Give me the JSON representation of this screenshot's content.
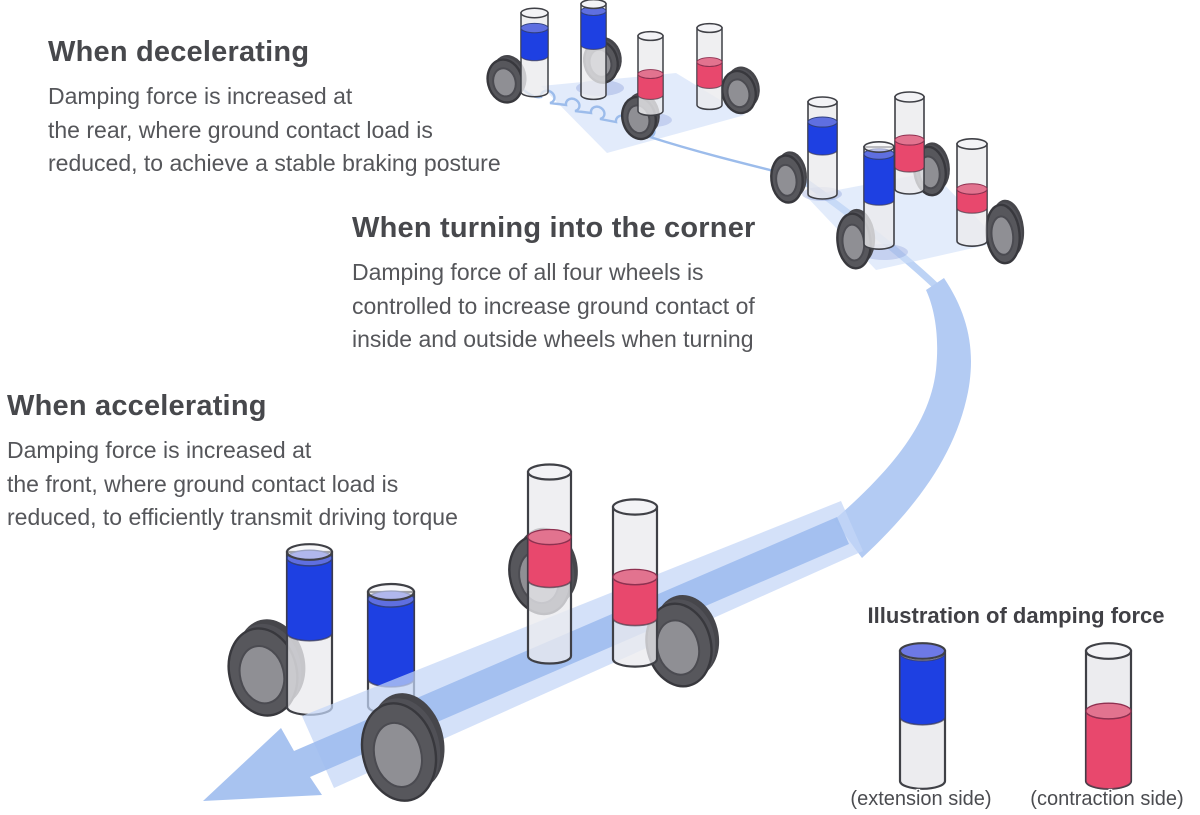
{
  "sections": {
    "decelerating": {
      "title": "When decelerating",
      "line1": "Damping force is increased at",
      "line2": "the rear, where ground contact load is",
      "line3": "reduced, to achieve a stable braking posture"
    },
    "turning": {
      "title": "When turning into the corner",
      "line1": "Damping force of all four wheels is",
      "line2": "controlled to increase ground contact of",
      "line3": "inside and outside wheels when turning"
    },
    "accelerating": {
      "title": "When accelerating",
      "line1": "Damping force is increased at",
      "line2": "the front, where ground contact load is",
      "line3": "reduced, to efficiently transmit driving torque"
    }
  },
  "legend": {
    "title": "Illustration of damping force",
    "extension_label": "(extension side)",
    "contraction_label": "(contraction side)"
  },
  "colors": {
    "extension_blue": "#1e40e2",
    "extension_blue_surface": "#5f6fe0",
    "contraction_red": "#e8486d",
    "contraction_red_surface": "#e2738f",
    "road_blue": "#b3cbf3",
    "road_band_blue": "#c3d6f7",
    "road_arrow_blue": "#9fbcee",
    "tire_gray": "#57575c",
    "rim_gray": "#8f8f94",
    "text_gray": "#54555a"
  }
}
